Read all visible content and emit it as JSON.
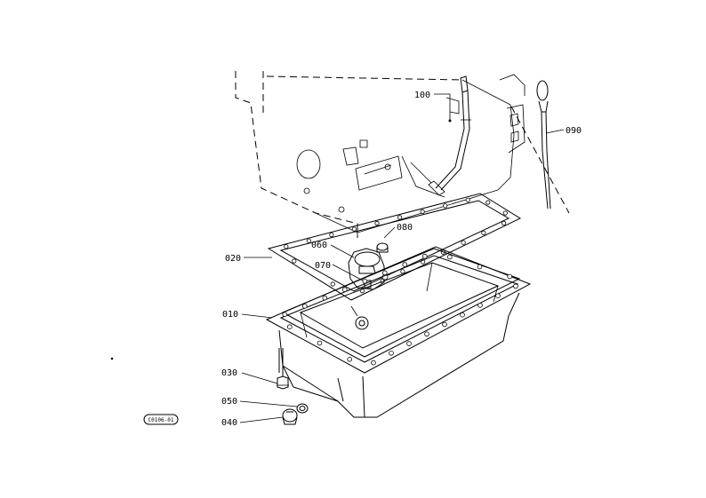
{
  "diagram": {
    "parts": [
      {
        "id": "p100",
        "label": "100"
      },
      {
        "id": "p090",
        "label": "090"
      },
      {
        "id": "p080",
        "label": "080"
      },
      {
        "id": "p060",
        "label": "060"
      },
      {
        "id": "p020",
        "label": "020"
      },
      {
        "id": "p070",
        "label": "070"
      },
      {
        "id": "p010",
        "label": "010"
      },
      {
        "id": "p030",
        "label": "030"
      },
      {
        "id": "p050",
        "label": "050"
      },
      {
        "id": "p040",
        "label": "040"
      }
    ],
    "code_badge": "C0106-01"
  }
}
